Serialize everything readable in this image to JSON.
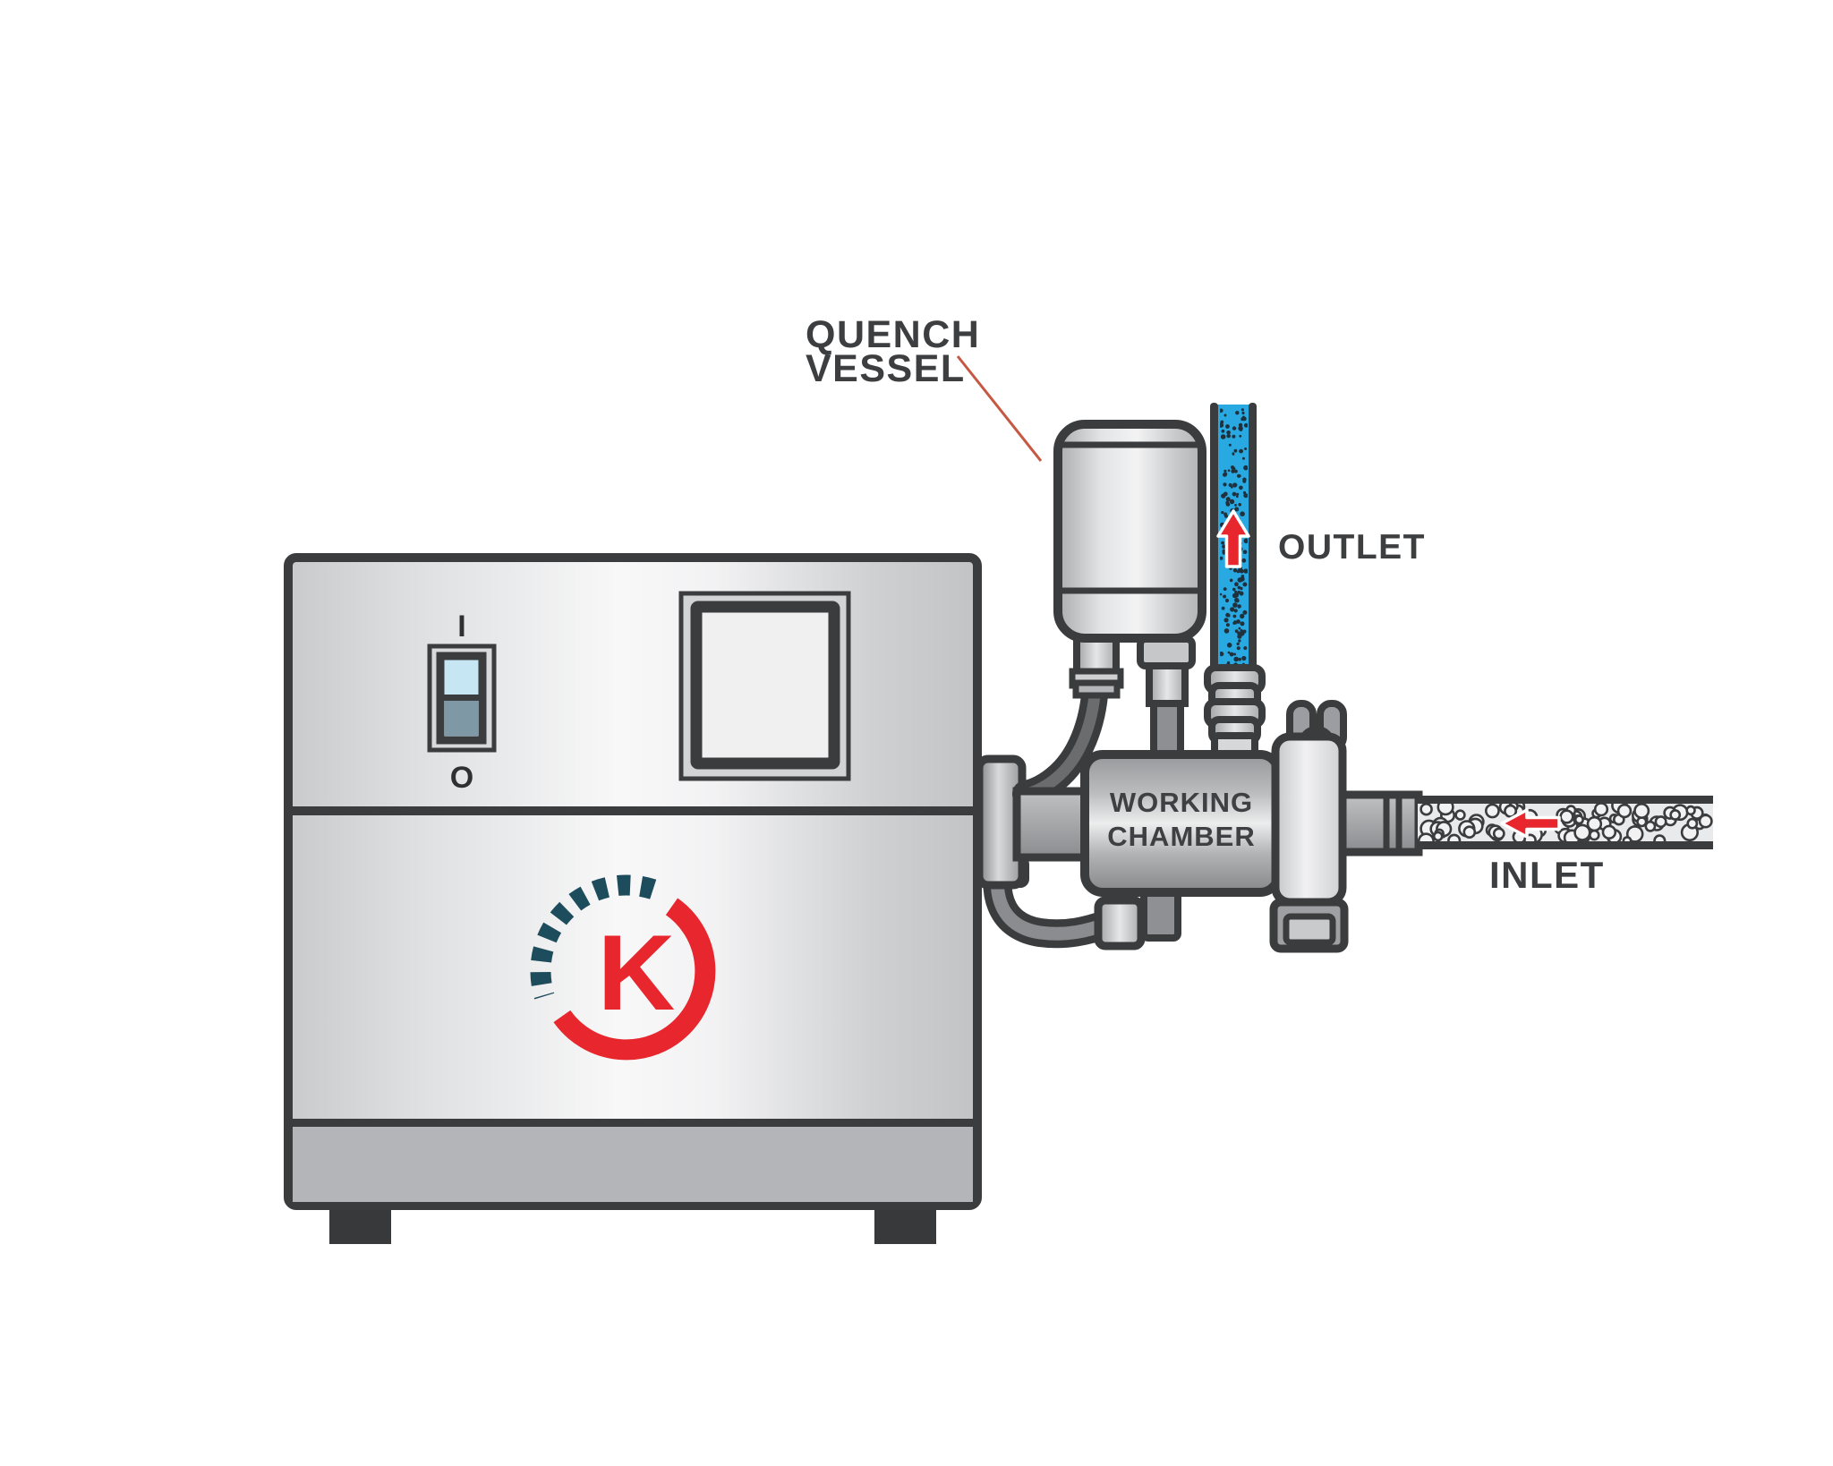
{
  "diagram": {
    "title": "quench-machine-flow-diagram",
    "labels": {
      "quench_vessel_line1": "QUENCH",
      "quench_vessel_line2": "VESSEL",
      "outlet": "OUTLET",
      "inlet": "INLET",
      "working_chamber_line1": "WORKING",
      "working_chamber_line2": "CHAMBER"
    },
    "machine": {
      "logo_letter": "K",
      "power_on_marker": "I",
      "power_off_marker": "O"
    },
    "flow": {
      "outlet_direction": "up",
      "inlet_direction": "left"
    },
    "colors": {
      "outline": "#3b3c3e",
      "text": "#3d3e40",
      "red": "#e8262d",
      "leader_line": "#c65843",
      "outlet_fluid_blue": "#29a9e1",
      "logo_teal": "#1d4c5c",
      "machine_base_gray": "#b4b5b8",
      "switch_blue": "#c7e6f4",
      "switch_slate": "#7f98a6"
    }
  }
}
